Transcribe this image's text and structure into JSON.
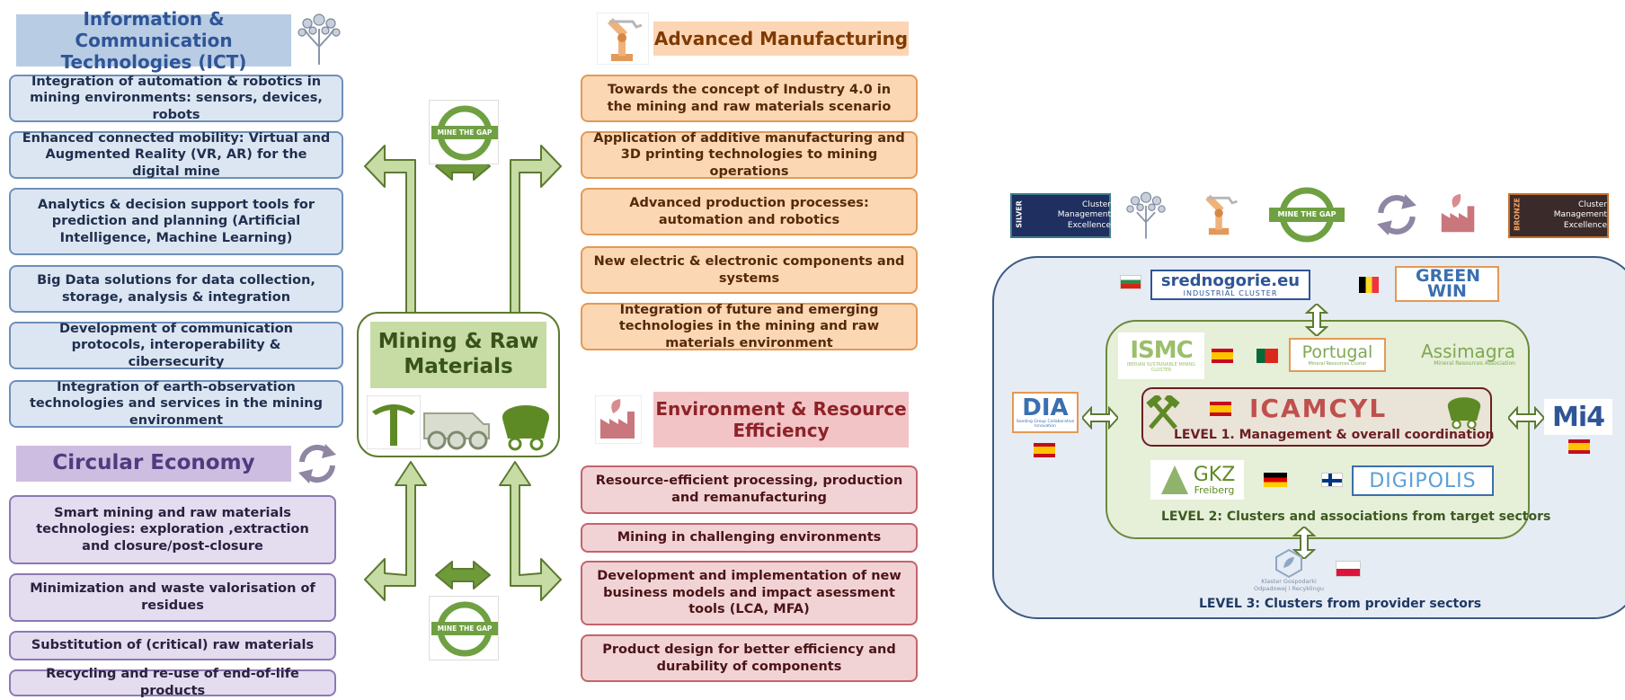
{
  "left": {
    "ict": {
      "title": "Information & Communication Technologies (ICT)",
      "items": [
        "Integration of automation & robotics in mining environments: sensors, devices, robots",
        "Enhanced connected mobility: Virtual and Augmented Reality (VR, AR) for the digital mine",
        "Analytics & decision support tools for prediction and planning (Artificial Intelligence, Machine Learning)",
        "Big Data solutions for data collection, storage, analysis  & integration",
        "Development of communication protocols, interoperability & cibersecurity",
        "Integration of earth-observation technologies and services in the mining environment"
      ]
    },
    "ce": {
      "title": "Circular Economy",
      "items": [
        "Smart mining and raw materials technologies: exploration ,extraction and closure/post-closure",
        "Minimization and waste valorisation of residues",
        "Substitution of (critical) raw materials",
        "Recycling and re-use of end-of-life products"
      ]
    }
  },
  "center": {
    "title": "Mining & Raw Materials",
    "badge_text": "MINE THE GAP"
  },
  "right": {
    "am": {
      "title": "Advanced Manufacturing",
      "items": [
        "Towards the concept of Industry 4.0 in the mining and raw materials scenario",
        "Application of additive manufacturing and 3D printing technologies to mining operations",
        "Advanced production processes: automation and robotics",
        "New electric & electronic components and systems",
        "Integration of future and emerging technologies in the mining and raw materials environment"
      ]
    },
    "er": {
      "title": "Environment & Resource Efficiency",
      "items": [
        "Resource-efficient processing, production and remanufacturing",
        "Mining in challenging environments",
        "Development and implementation of new business models and impact asessment tools (LCA, MFA)",
        "Product design for better efficiency and durability of components"
      ]
    }
  },
  "cluster": {
    "silver_tag": "SILVER",
    "bronze_tag": "BRONZE",
    "cme_label": "Cluster Management Excellence",
    "badge_text": "MINE THE GAP",
    "logos": {
      "srednogorie": "srednogorie.eu",
      "srednogorie_sub": "INDUSTRIAL CLUSTER",
      "greenwin": "GREEN WIN",
      "ismc": "ISMC",
      "ismc_sub": "IBERIAN SUSTAINABLE MINING CLUSTER",
      "portugal": "Portugal",
      "portugal_sub": "Mineral Resources Cluster",
      "assimagra": "Assimagra",
      "assimagra_sub": "Mineral Resources Association",
      "dia": "DIA",
      "dia_sub": "Seeding Group Collaborative Innovation",
      "icamcyl": "ICAMCYL",
      "m4": "Mi4",
      "gkz": "GKZ",
      "gkz_sub": "Freiberg",
      "digipolis": "DIGIPOLIS",
      "klaster": "Klaster Gospodarki Odpadowej i Recyklingu"
    },
    "level1": "LEVEL 1. Management & overall coordination",
    "level2": "LEVEL 2: Clusters and associations from target sectors",
    "level3": "LEVEL 3: Clusters from provider sectors"
  },
  "colors": {
    "ict_header": "#b8cce4",
    "ict_text": "#2f5597",
    "ce_header": "#cdbde0",
    "ce_text": "#4e3b80",
    "am_header": "#fcd5b4",
    "am_text": "#7f3b00",
    "er_header": "#f2c4c6",
    "er_text": "#8e2228",
    "arrow": "#c6dca4",
    "arrow_stroke": "#5d7a31",
    "cluster_bg": "#e6ecf4",
    "cluster_border": "#3d5a82",
    "level2_bg": "#e6efd8",
    "level2_border": "#6b8a3a"
  }
}
